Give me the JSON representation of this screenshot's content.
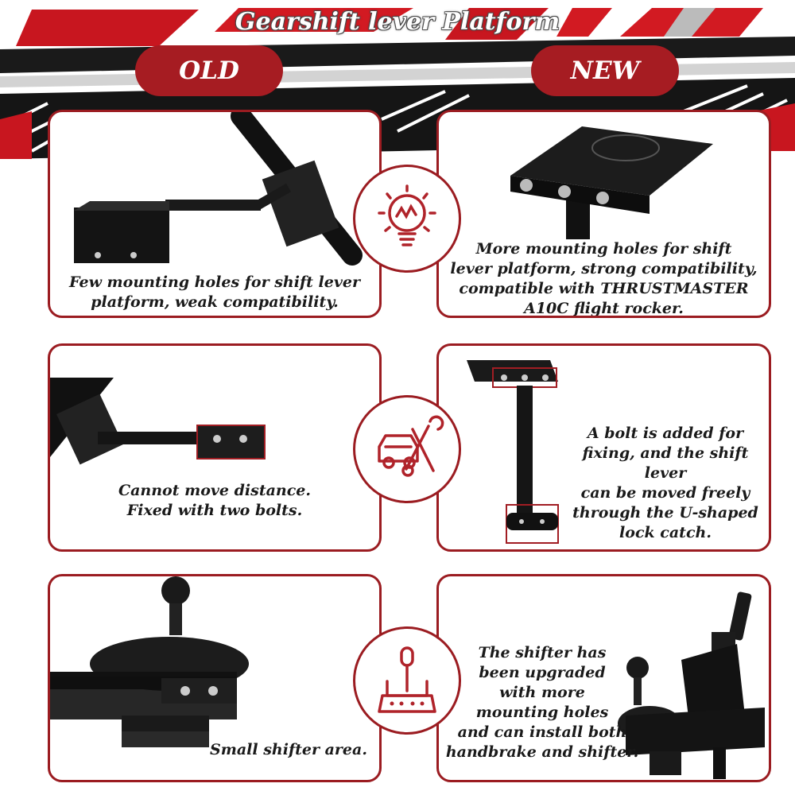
{
  "title": "Gearshift lever Platform",
  "labels": {
    "old": "OLD",
    "new": "NEW"
  },
  "rows": [
    {
      "old_caption": "Few mounting holes for shift lever\nplatform, weak compatibility.",
      "new_caption": "More mounting holes for shift\nlever platform, strong compatibility,\ncompatible with THRUSTMASTER\nA10C flight rocker.",
      "icon": "lightbulb-icon"
    },
    {
      "old_caption": "Cannot move distance.\nFixed with two bolts.",
      "new_caption": "A bolt is added for\nfixing, and the shift lever\ncan be moved freely\nthrough the U-shaped\nlock catch.",
      "icon": "car-repair-icon"
    },
    {
      "old_caption": "Small shifter area.",
      "new_caption": "The shifter has\nbeen upgraded\nwith more\nmounting holes\nand can install both\nhandbrake and shifter.",
      "icon": "gear-shifter-icon"
    }
  ],
  "colors": {
    "accent": "#9b1c21",
    "pill": "#a61c22",
    "text": "#1a1a1a"
  }
}
